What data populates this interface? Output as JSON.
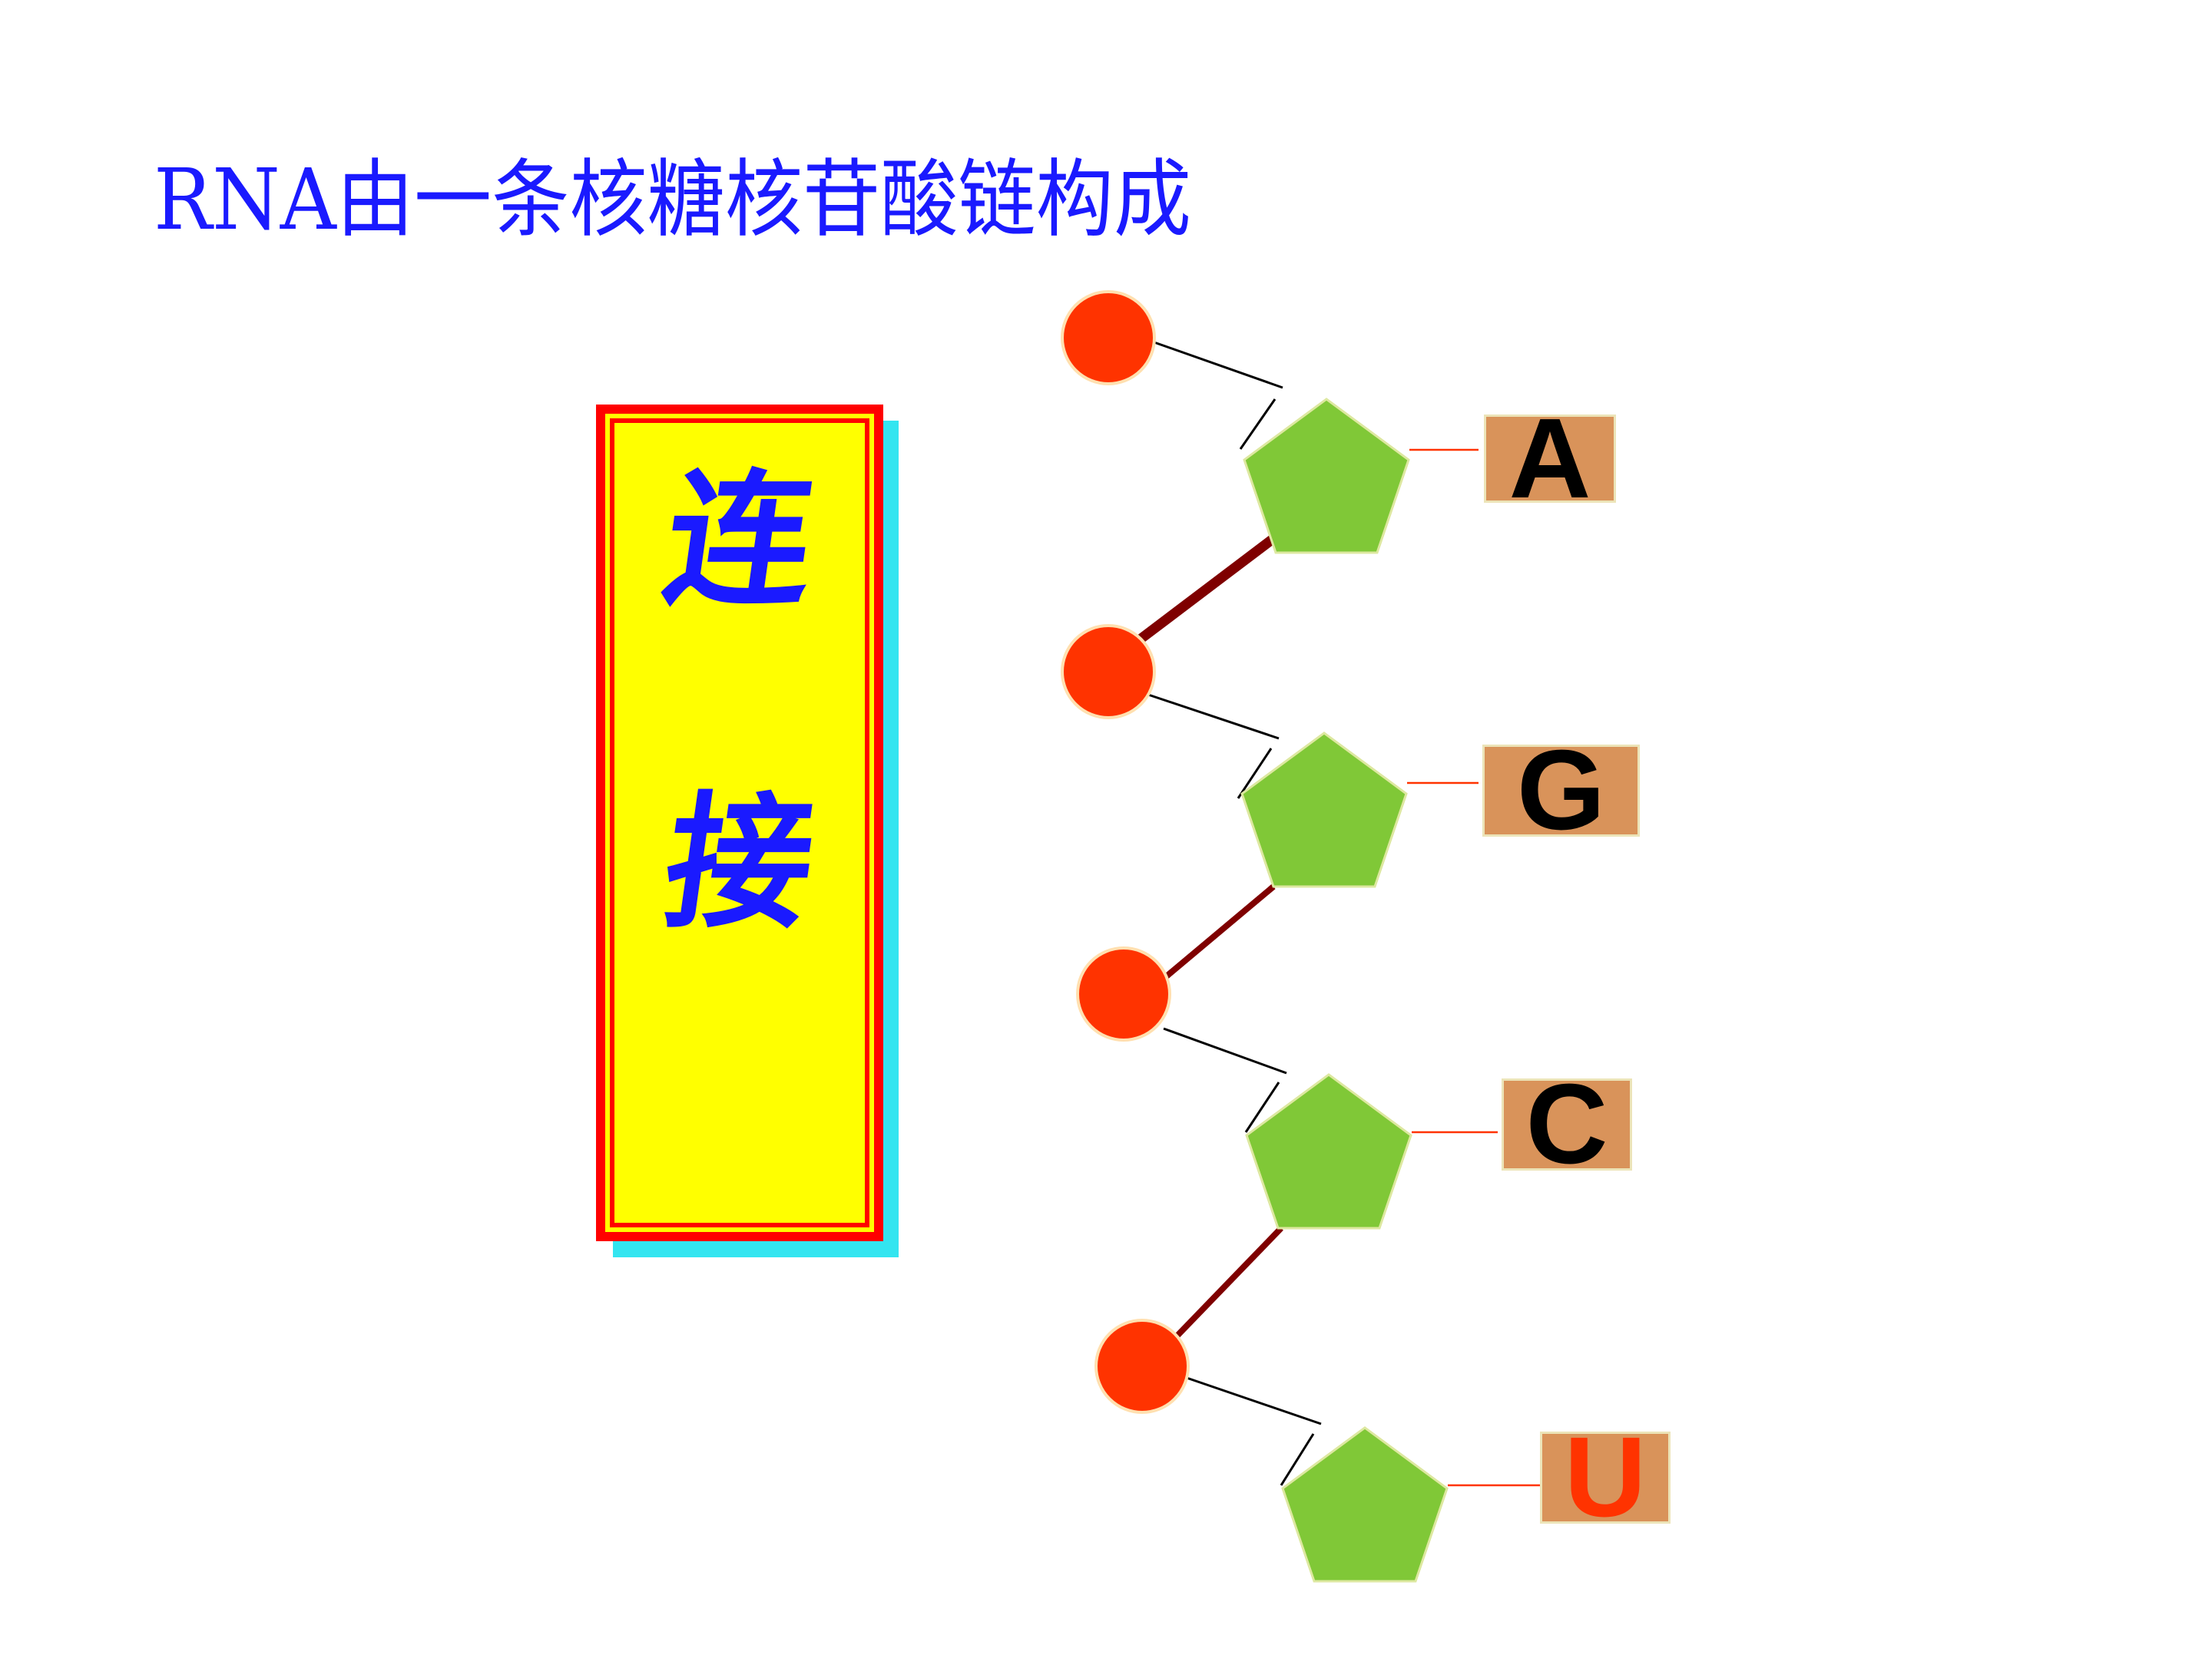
{
  "title": "RNA由一条核糖核苷酸链构成",
  "card": {
    "char_1": "连",
    "char_2": "接"
  },
  "bases": [
    {
      "label": "A",
      "color": "#000000"
    },
    {
      "label": "G",
      "color": "#000000"
    },
    {
      "label": "C",
      "color": "#000000"
    },
    {
      "label": "U",
      "color": "#ff3300"
    }
  ],
  "colors": {
    "title": "#1a1aff",
    "card_fill": "#ffff00",
    "card_border": "#ff0000",
    "card_shadow": "#33e5f0",
    "phosphate": "#ff3300",
    "sugar": "#80c837",
    "base_box": "#d9935a",
    "backbone_link": "#7f0000"
  },
  "icons": {
    "phosphate": "circle",
    "sugar": "pentagon",
    "base": "rectangle"
  }
}
